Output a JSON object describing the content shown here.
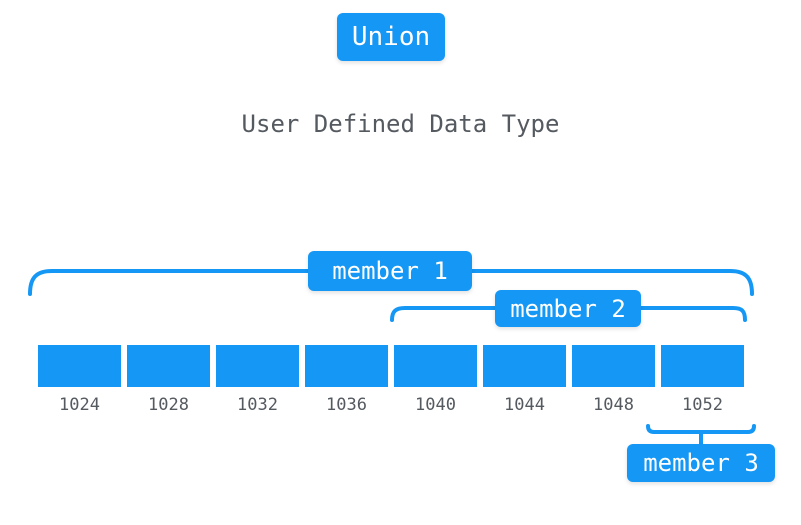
{
  "title": "Union",
  "subtitle": "User Defined Data Type",
  "accent_color": "#1597f5",
  "memory_cells": [
    {
      "address": "1024"
    },
    {
      "address": "1028"
    },
    {
      "address": "1032"
    },
    {
      "address": "1036"
    },
    {
      "address": "1040"
    },
    {
      "address": "1044"
    },
    {
      "address": "1048"
    },
    {
      "address": "1052"
    }
  ],
  "members": [
    {
      "label": "member 1",
      "first_cell": 0,
      "last_cell": 7
    },
    {
      "label": "member 2",
      "first_cell": 4,
      "last_cell": 7
    },
    {
      "label": "member 3",
      "first_cell": 7,
      "last_cell": 7
    }
  ]
}
